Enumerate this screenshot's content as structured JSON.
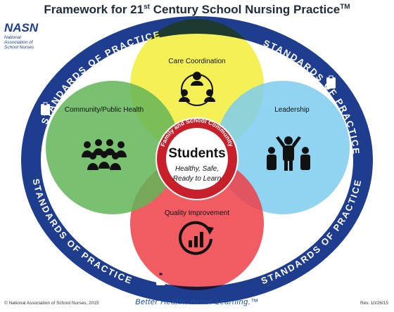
{
  "title": {
    "main": "Framework for 21",
    "sup1": "st",
    "rest": " Century School Nursing Practice",
    "sup2": "TM"
  },
  "logo": {
    "mark": "NASN",
    "line1": "National",
    "line2": "Association of",
    "line3": "School Nurses"
  },
  "ring_text": "STANDARDS OF PRACTICE",
  "circles": {
    "care": {
      "label": "Care Coordination",
      "color": "#f3ef46",
      "icon": "people-network-icon"
    },
    "leadership": {
      "label": "Leadership",
      "color": "#7dcdf0",
      "icon": "leader-group-icon"
    },
    "quality": {
      "label": "Quality Improvement",
      "color": "#ee3f46",
      "icon": "cycle-chart-icon"
    },
    "community": {
      "label": "Community/Public Health",
      "color": "#63b558",
      "icon": "crowd-icon"
    }
  },
  "center": {
    "arc_text": "Family and School Community",
    "title": "Students",
    "line1": "Healthy, Safe,",
    "line2": "Ready to Learn"
  },
  "footer": {
    "copyright": "© National Association of School Nurses, 2015",
    "tagline": "Better Health. Better Learning.™",
    "rev": "Rev. 10/26/15"
  }
}
